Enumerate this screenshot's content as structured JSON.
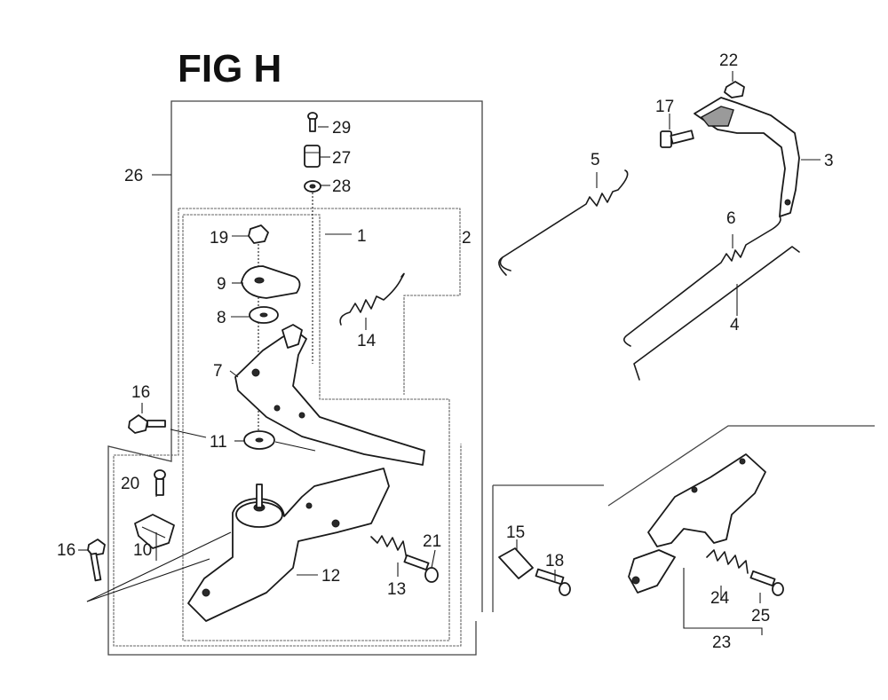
{
  "figure": {
    "title": "FIG H"
  },
  "callouts": [
    {
      "id": "c1",
      "text": "1"
    },
    {
      "id": "c2",
      "text": "2"
    },
    {
      "id": "c3",
      "text": "3"
    },
    {
      "id": "c4",
      "text": "4"
    },
    {
      "id": "c5",
      "text": "5"
    },
    {
      "id": "c6",
      "text": "6"
    },
    {
      "id": "c7",
      "text": "7"
    },
    {
      "id": "c8",
      "text": "8"
    },
    {
      "id": "c9",
      "text": "9"
    },
    {
      "id": "c10",
      "text": "10"
    },
    {
      "id": "c11",
      "text": "11"
    },
    {
      "id": "c12",
      "text": "12"
    },
    {
      "id": "c13",
      "text": "13"
    },
    {
      "id": "c14",
      "text": "14"
    },
    {
      "id": "c15",
      "text": "15"
    },
    {
      "id": "c16a",
      "text": "16"
    },
    {
      "id": "c16b",
      "text": "16"
    },
    {
      "id": "c17",
      "text": "17"
    },
    {
      "id": "c18",
      "text": "18"
    },
    {
      "id": "c19",
      "text": "19"
    },
    {
      "id": "c20",
      "text": "20"
    },
    {
      "id": "c21",
      "text": "21"
    },
    {
      "id": "c22",
      "text": "22"
    },
    {
      "id": "c23",
      "text": "23"
    },
    {
      "id": "c24",
      "text": "24"
    },
    {
      "id": "c25",
      "text": "25"
    },
    {
      "id": "c26",
      "text": "26"
    },
    {
      "id": "c27",
      "text": "27"
    },
    {
      "id": "c28",
      "text": "28"
    },
    {
      "id": "c29",
      "text": "29"
    }
  ]
}
